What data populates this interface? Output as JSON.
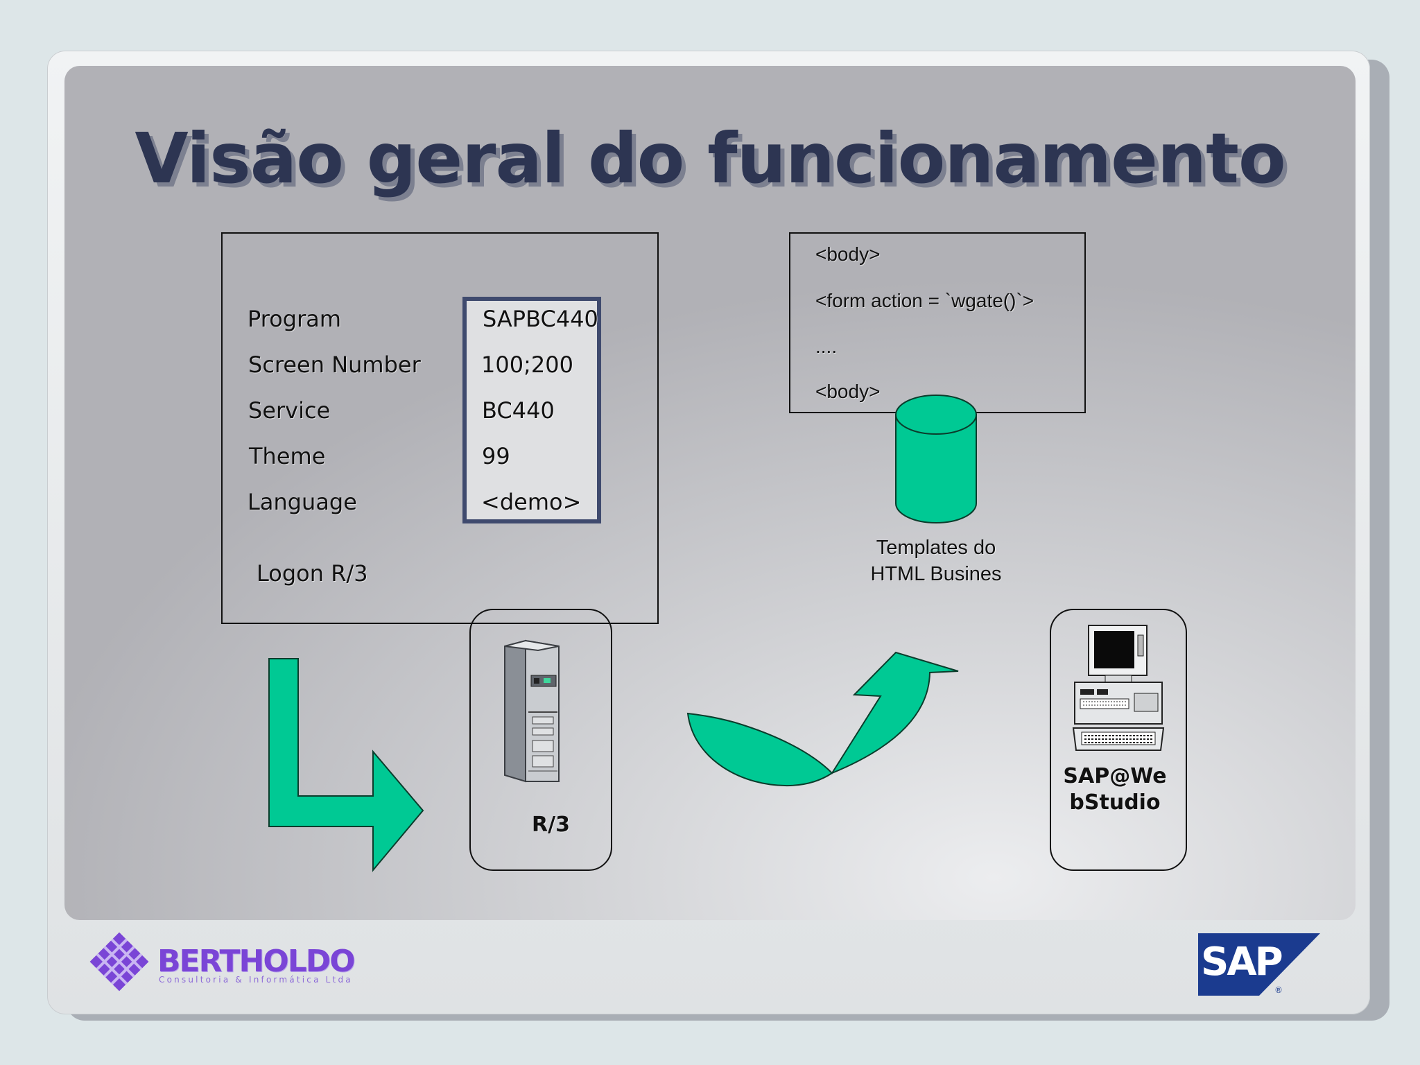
{
  "slide": {
    "title": "Visão geral do funcionamento"
  },
  "logon_form": {
    "fields": [
      {
        "label": "Program",
        "value": "SAPBC440"
      },
      {
        "label": "Screen Number",
        "value": "100;200"
      },
      {
        "label": "Service",
        "value": "BC440"
      },
      {
        "label": "Theme",
        "value": "99"
      },
      {
        "label": "Language",
        "value": "<demo>"
      }
    ],
    "footer_label": "Logon R/3"
  },
  "template_code": {
    "lines": [
      "<body>",
      "<form action = `wgate()`>",
      "....",
      "<body>"
    ]
  },
  "templates_caption": {
    "line1": "Templates do",
    "line2": "HTML Busines"
  },
  "r3_box": {
    "label": "R/3"
  },
  "webstudio_box": {
    "line1": "SAP@We",
    "line2": "bStudio"
  },
  "footer": {
    "company_name": "BERTHOLDO",
    "company_tagline": "Consultoria & Informática Ltda",
    "partner_logo_text": "SAP",
    "partner_logo_mark": "®"
  },
  "colors": {
    "accent_green": "#00c994",
    "title_color": "#2d3552",
    "brand_purple": "#7a45d6",
    "sap_blue": "#1b3b8f"
  }
}
